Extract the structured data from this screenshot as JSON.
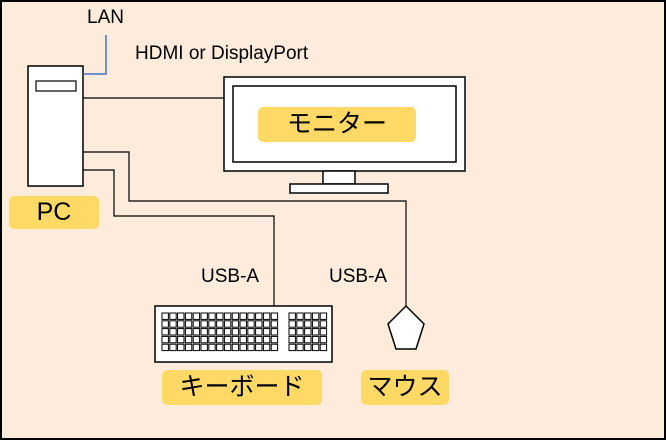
{
  "labels": {
    "lan": "LAN",
    "hdmi": "HDMI or DisplayPort",
    "usb_keyboard": "USB-A",
    "usb_mouse": "USB-A"
  },
  "devices": {
    "pc": "PC",
    "monitor": "モニター",
    "keyboard": "キーボード",
    "mouse": "マウス"
  },
  "colors": {
    "background": "#fdebdc",
    "highlight": "#ffd966",
    "lan_cable": "#4472c4",
    "outline": "#000000"
  }
}
